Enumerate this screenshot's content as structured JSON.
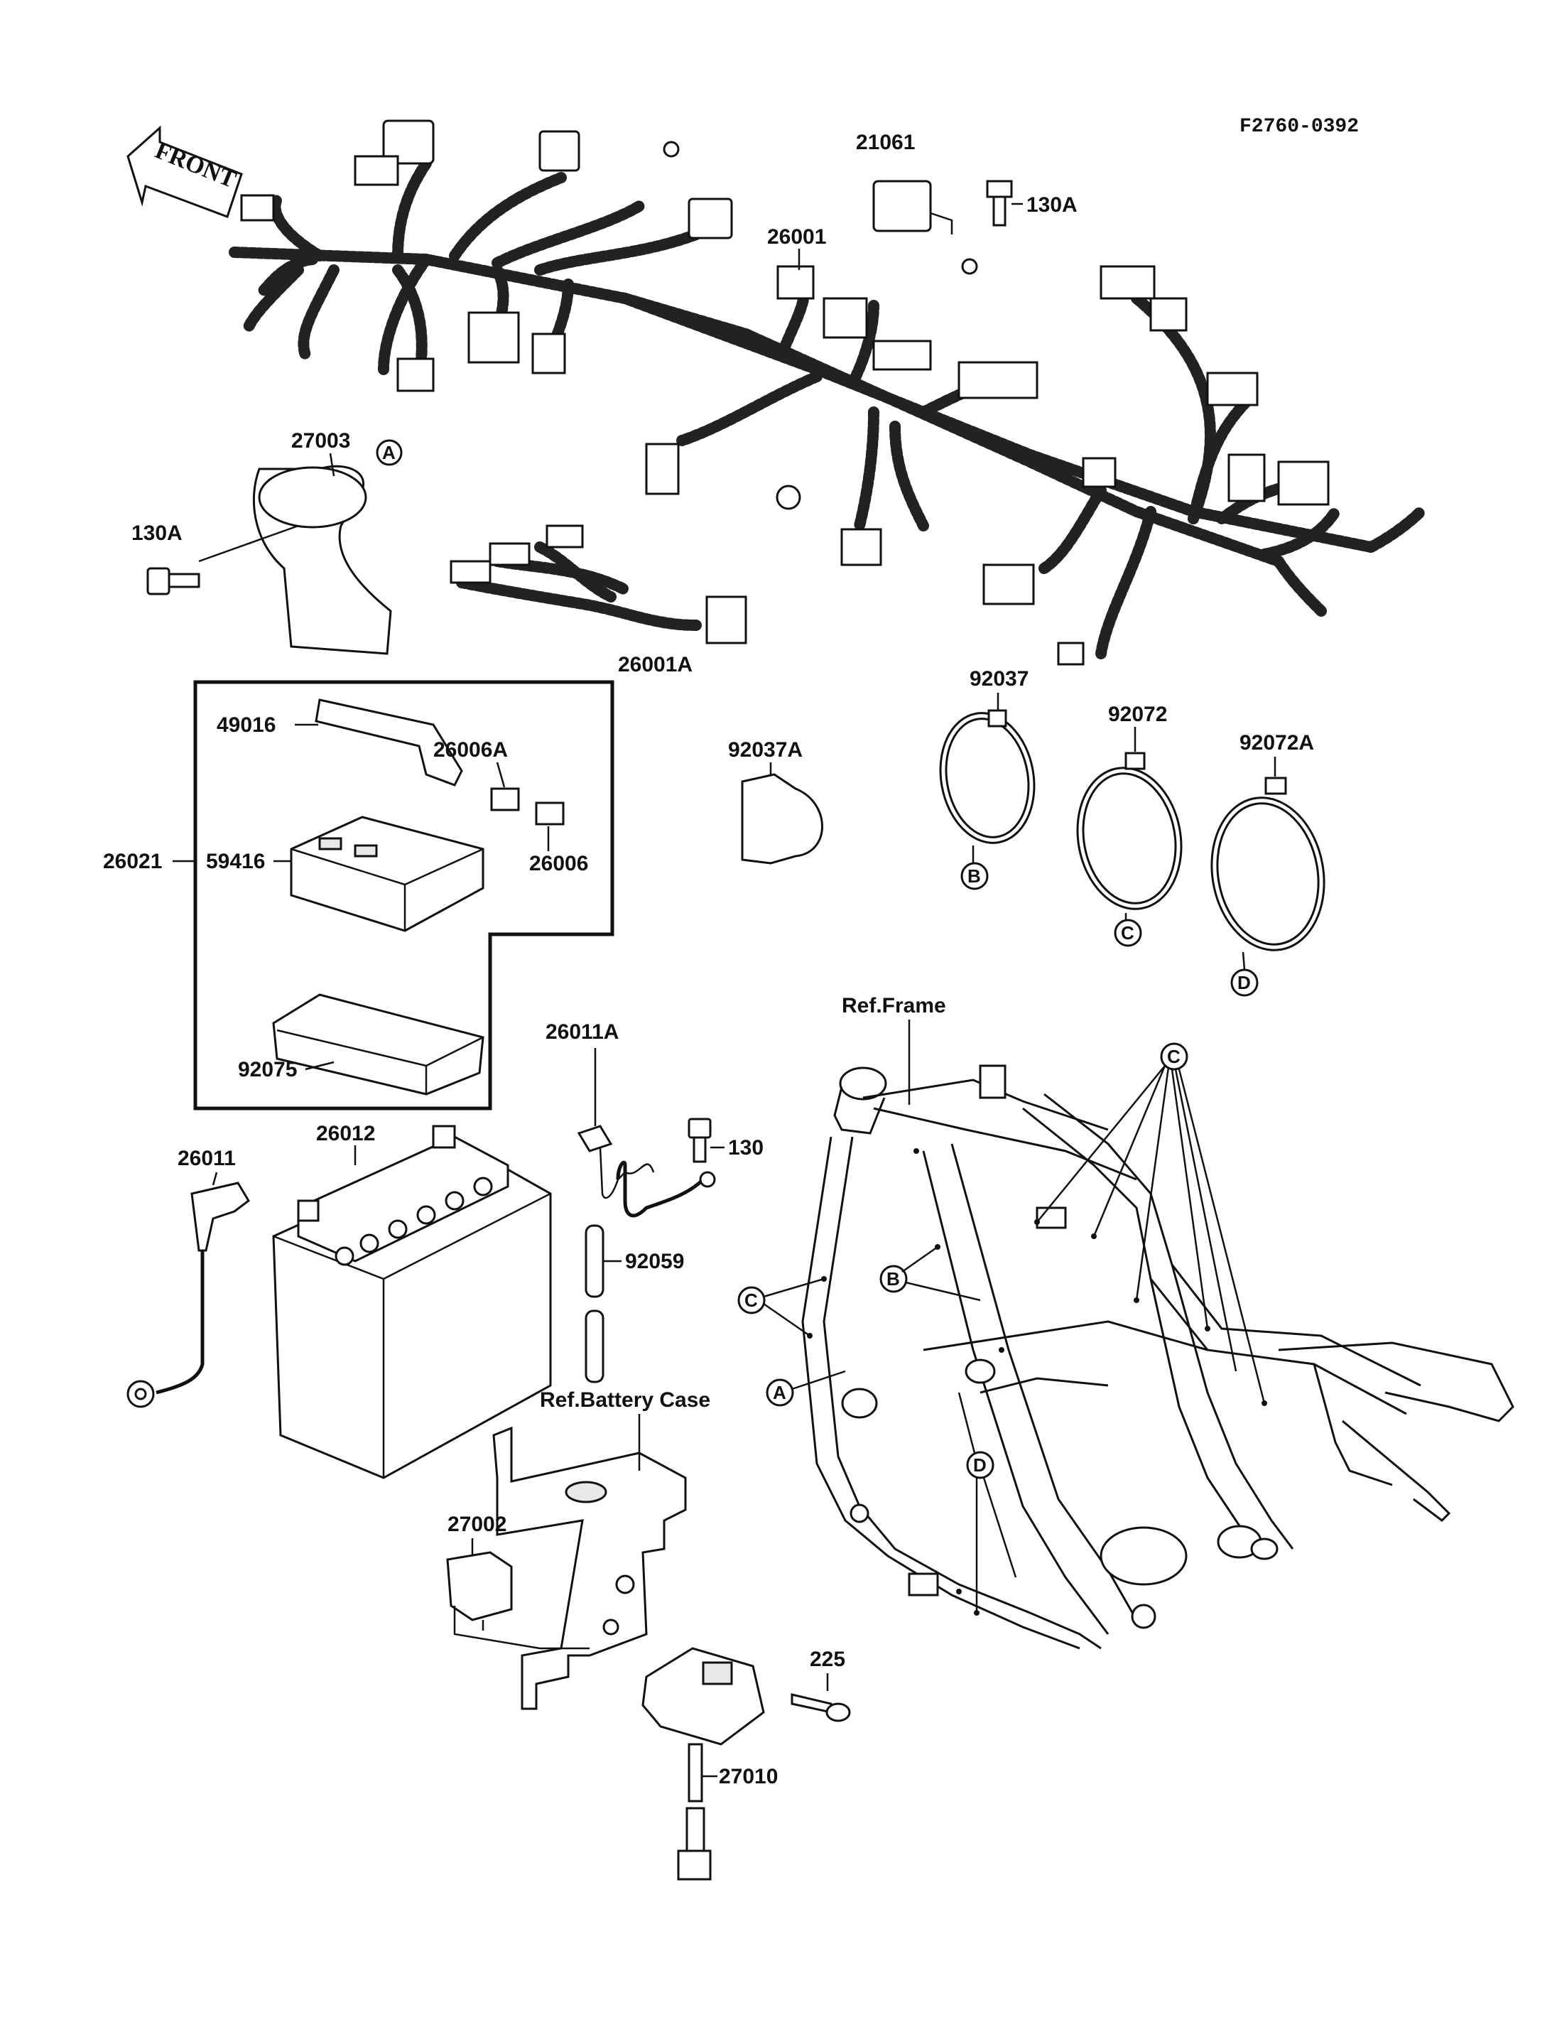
{
  "doc_code": "F2760-0392",
  "front_label": "FRONT",
  "parts": {
    "p21061": "21061",
    "p130A_top": "130A",
    "p26001": "26001",
    "p27003": "27003",
    "p130A_left": "130A",
    "p26001A": "26001A",
    "p49016": "49016",
    "p26006A": "26006A",
    "p26021": "26021",
    "p59416": "59416",
    "p26006": "26006",
    "p92075": "92075",
    "p92037A": "92037A",
    "p92037": "92037",
    "p92072": "92072",
    "p92072A": "92072A",
    "p26011A": "26011A",
    "p130": "130",
    "p26011": "26011",
    "p26012": "26012",
    "p92059": "92059",
    "p27002": "27002",
    "p225": "225",
    "p27010": "27010"
  },
  "refs": {
    "frame": "Ref.Frame",
    "battery_case": "Ref.Battery Case"
  },
  "callouts": {
    "a_top": "A",
    "b_band": "B",
    "c_band": "C",
    "d_band": "D",
    "c_frame_right": "C",
    "b_frame": "B",
    "c_frame_left": "C",
    "a_frame": "A",
    "d_frame": "D"
  }
}
